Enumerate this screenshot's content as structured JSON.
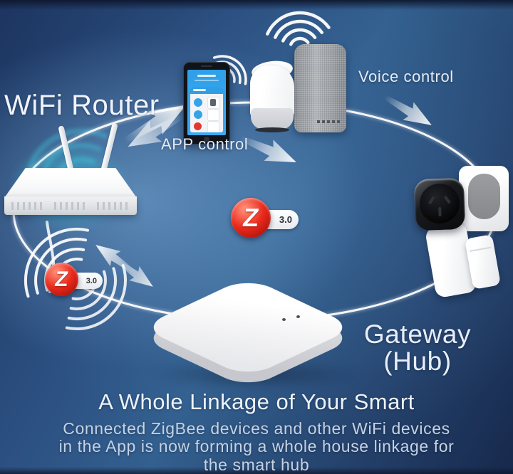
{
  "labels": {
    "wifi_router": "WiFi Router",
    "app_control": "APP control",
    "voice_control": "Voice control",
    "gateway": "Gateway",
    "gateway_sub": "(Hub)"
  },
  "zigbee": {
    "letter": "Z",
    "version": "3.0"
  },
  "footer": {
    "title": "A Whole Linkage of Your Smart",
    "lines": [
      "Connected ZigBee devices and other WiFi devices",
      "in the App is now forming a whole house linkage for",
      "the smart hub"
    ]
  },
  "colors": {
    "background_navy": "#24416b",
    "ring_white": "#ffffff",
    "zigbee_red": "#ea2a1c",
    "app_blue": "#2e9fe6",
    "router_glow_teal": "#2dd7e8"
  }
}
